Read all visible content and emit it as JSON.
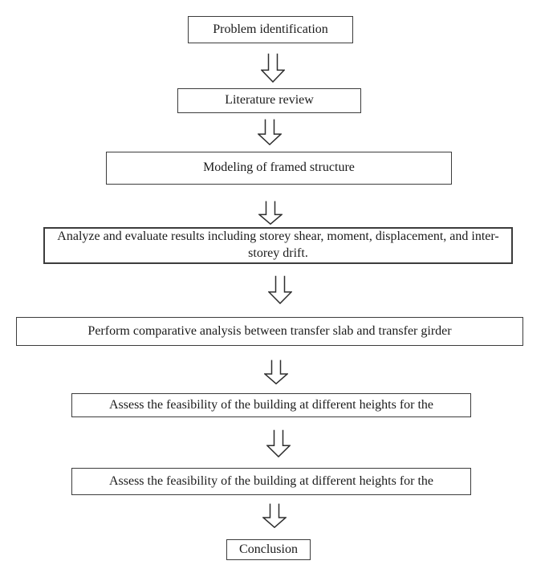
{
  "flow": {
    "steps": [
      {
        "label": "Problem identification"
      },
      {
        "label": "Literature review"
      },
      {
        "label": "Modeling of framed structure"
      },
      {
        "label": "Analyze and evaluate results including storey shear, moment, displacement, and inter-storey drift."
      },
      {
        "label": "Perform comparative analysis between transfer slab and transfer girder"
      },
      {
        "label": "Assess the feasibility of the building at different heights for the"
      },
      {
        "label": "Assess the feasibility of the building at different heights for the"
      },
      {
        "label": "Conclusion"
      }
    ],
    "connector_style": "hollow-down-block-arrow",
    "colors": {
      "background": "#ffffff",
      "box_fill": "#ffffff",
      "box_border": "#3c3c3c",
      "text": "#1b1b1b",
      "arrow_stroke": "#2e2e2e",
      "arrow_fill": "#ffffff"
    }
  }
}
